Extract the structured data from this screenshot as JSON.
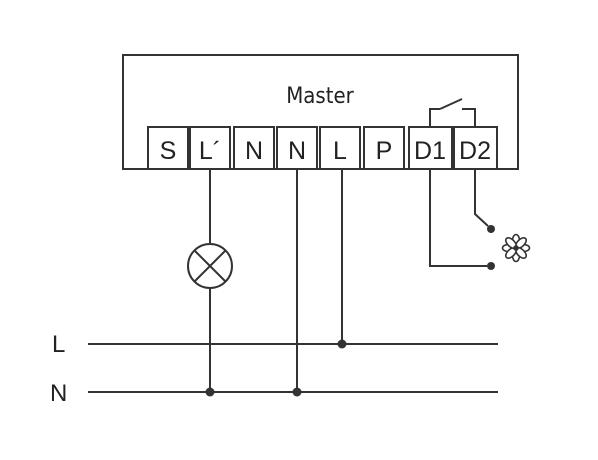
{
  "device": {
    "title": "Master",
    "terminals": [
      "S",
      "L´",
      "N",
      "N",
      "L",
      "P",
      "D1",
      "D2"
    ]
  },
  "bus": {
    "line_label": "L",
    "neutral_label": "N"
  },
  "components": {
    "lamp": "lamp-icon",
    "fan": "fan-icon",
    "relay_contact": "relay-switch-icon"
  }
}
